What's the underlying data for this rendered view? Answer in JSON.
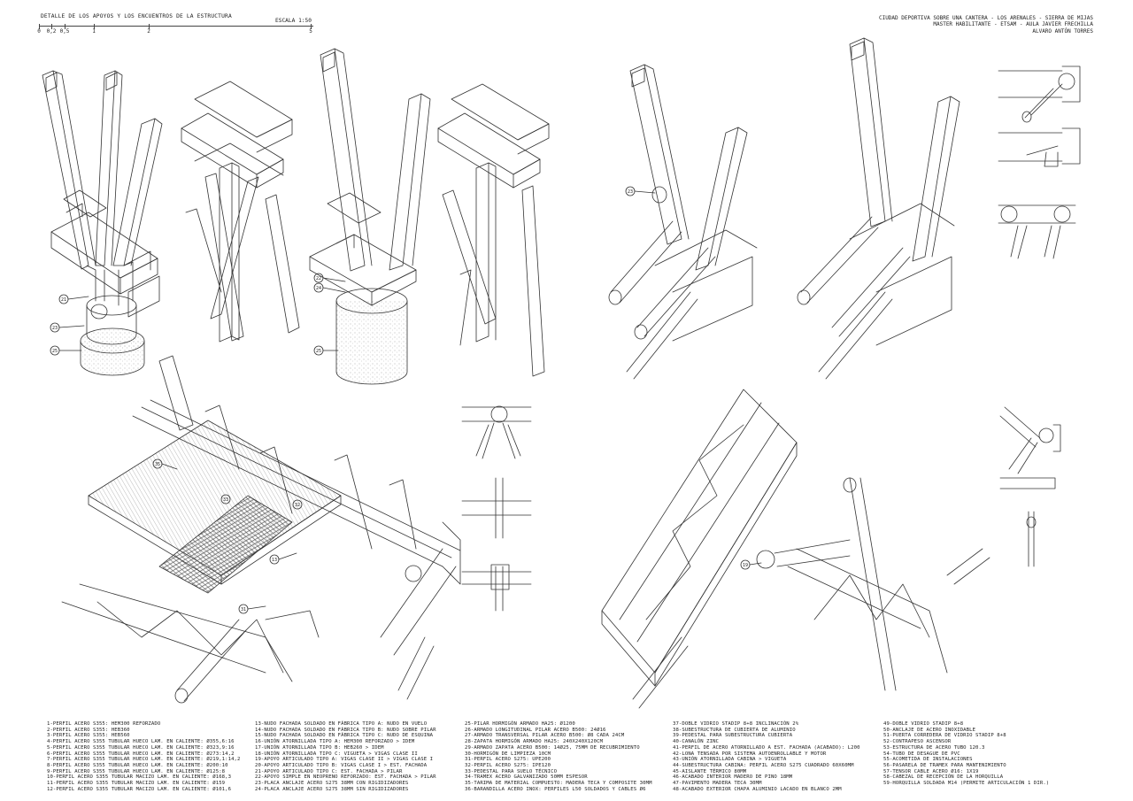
{
  "header": {
    "title": "DETALLE DE LOS APOYOS Y LOS ENCUENTROS DE LA ESTRUCTURA",
    "scale_label": "ESCALA 1:50",
    "scale_ticks": [
      "0",
      "0,2",
      "0,5",
      "1",
      "2",
      "5"
    ],
    "project_lines": [
      "CIUDAD DEPORTIVA SOBRE UNA CANTERA - LOS ARENALES - SIERRA DE MIJAS",
      "MASTER HABILITANTE - ETSAM - AULA JAVIER FRECHILLA",
      "ALVARO ANTÓN TORRES"
    ]
  },
  "callouts": [
    "21",
    "23",
    "25",
    "22",
    "24",
    "25",
    "23",
    "35",
    "33",
    "13",
    "31",
    "19",
    "32"
  ],
  "legend": {
    "col1": [
      "1-PERFIL ACERO S355: HEM300 REFORZADO",
      "2-PERFIL ACERO S355: HEB360",
      "3-PERFIL ACERO S355: HEB560",
      "4-PERFIL ACERO S355 TUBULAR HUECO LAM. EN CALIENTE: Ø355,6:16",
      "5-PERFIL ACERO S355 TUBULAR HUECO LAM. EN CALIENTE: Ø323,9:16",
      "6-PERFIL ACERO S355 TUBULAR HUECO LAM. EN CALIENTE: Ø273:14,2",
      "7-PERFIL ACERO S355 TUBULAR HUECO LAM. EN CALIENTE: Ø219,1:14,2",
      "8-PERFIL ACERO S355 TUBULAR HUECO LAM. EN CALIENTE: Ø200:10",
      "9-PERFIL ACERO S355 TUBULAR HUECO LAM. EN CALIENTE: Ø125:8",
      "10-PERFIL ACERO S355 TUBULAR MACIZO LAM. EN CALIENTE: Ø168,3",
      "11-PERFIL ACERO S355 TUBULAR MACIZO LAM. EN CALIENTE: Ø159",
      "12-PERFIL ACERO S355 TUBULAR MACIZO LAM. EN CALIENTE: Ø101,6"
    ],
    "col2": [
      "13-NUDO FACHADA SOLDADO EN FÁBRICA TIPO A: NUDO EN VUELO",
      "14-NUDO FACHADA SOLDADO EN FÁBRICA TIPO B: NUDO SOBRE PILAR",
      "15-NUDO FACHADA SOLDADO EN FÁBRICA TIPO C: NUDO DE ESQUINA",
      "16-UNIÓN ATORNILLADA TIPO A: HEM300 REFORZADO > IDEM",
      "17-UNIÓN ATORNILLADA TIPO B: HEB260 > IDEM",
      "18-UNIÓN ATORNILLADA TIPO C: VIGUETA > VIGAS CLASE II",
      "19-APOYO ARTICULADO TIPO A: VIGAS CLASE II > VIGAS CLASE I",
      "20-APOYO ARTICULADO TIPO B: VIGAS CLASE I > EST. FACHADA",
      "21-APOYO ARTICULADO TIPO C: EST. FACHADA > PILAR",
      "22-APOYO SIMPLE EN NEOPRENO REFORZADO: EST. FACHADA > PILAR",
      "23-PLACA ANCLAJE ACERO S275 38MM CON RIGIDIZADORES",
      "24-PLACA ANCLAJE ACERO S275 38MM SIN RIGIDIZADORES"
    ],
    "col3": [
      "25-PILAR HORMIGÓN ARMADO HA25: Ø1200",
      "26-ARMADO LONGITUDINAL PILAR ACERO B500: 24Ø16",
      "27-ARMADO TRANSVERSAL PILAR ACERO B500: Ø8 CADA 24CM",
      "28-ZAPATA HORMIGÓN ARMADO HA25: 240X240X120CM",
      "29-ARMADO ZAPATA ACERO B500: 14Ø25, 75MM DE RECUBRIMIENTO",
      "30-HORMIGÓN DE LIMPIEZA 10CM",
      "31-PERFIL ACERO S275: UPE200",
      "32-PERFIL ACERO S275: IPE120",
      "33-PEDESTAL PARA SUELO TÉCNICO",
      "34-TRAMEX ACERO GALVANIZADO 50MM ESPESOR",
      "35-TARIMA DE MATERIAL COMPUESTO: MADERA TECA Y COMPOSITE 30MM",
      "36-BARANDILLA ACERO INOX: PERFILES L50 SOLDADOS Y CABLES Ø6"
    ],
    "col4": [
      "37-DOBLE VIDRIO STADIP 8+8 INCLINACIÓN 2%",
      "38-SUBESTRUCTURA DE CUBIERTA DE ALUMINIO",
      "39-PEDESTAL PARA SUBESTRUCTURA CUBIERTA",
      "40-CANALÓN ZINC",
      "41-PERFIL DE ACERO ATORNILLADO A EST. FACHADA (ACABADO): L200",
      "42-LONA TENSADA POR SISTEMA AUTOENROLLABLE Y MOTOR",
      "43-UNIÓN ATORNILLADA CABINA > VIGUETA",
      "44-SUBESTRUCTURA CABINA: PERFIL ACERO S275 CUADRADO 60X60MM",
      "45-AISLANTE TÉRMICO 80MM",
      "46-ACABADO INTERIOR MADERO DE PINO 18MM",
      "47-PAVIMENTO MADERA TECA 30MM",
      "48-ACABADO EXTERIOR CHAPA ALUMINIO LACADO EN BLANCO 2MM"
    ],
    "col5": [
      "49-DOBLE VIDRIO STADIP 8+8",
      "50-ANCLAJE DE ACERO INOXIDABLE",
      "51-PUERTA CORREDERA DE VIDRIO STADIP 8+8",
      "52-CONTRAPESO ASCENSOR",
      "53-ESTRUCTURA DE ACERO TUBO 120.3",
      "54-TUBO DE DESAGUE DE PVC",
      "55-ACOMETIDA DE INSTALACIONES",
      "56-PASARELA DE TRAMEX PARA MANTENIMIENTO",
      "57-TENSOR CABLE ACERO Ø16: 1X19",
      "58-CABEZAL DE RECEPCIÓN DE LA HORQUILLA",
      "59-HORQUILLA SOLDADA M14 (PERMITE ARTICULACIÓN 1 DIR.)"
    ]
  }
}
